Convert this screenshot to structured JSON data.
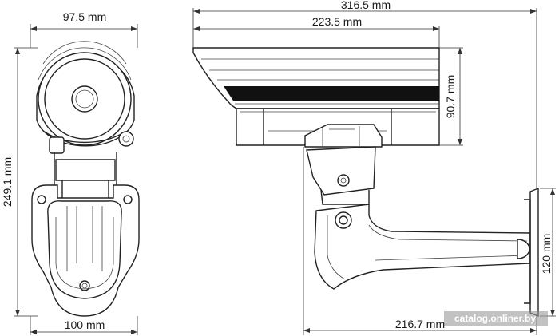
{
  "dimensions": {
    "front_width_top": "97.5 mm",
    "front_height": "249.1 mm",
    "front_width_bottom": "100 mm",
    "side_total_length": "316.5 mm",
    "side_housing_length": "223.5 mm",
    "side_housing_height": "90.7 mm",
    "side_mount_height": "120 mm",
    "side_bracket_length": "216.7 mm"
  },
  "watermark": "catalog.onliner.by",
  "colors": {
    "line": "#222222",
    "stripe": "#111111",
    "background": "#ffffff"
  }
}
